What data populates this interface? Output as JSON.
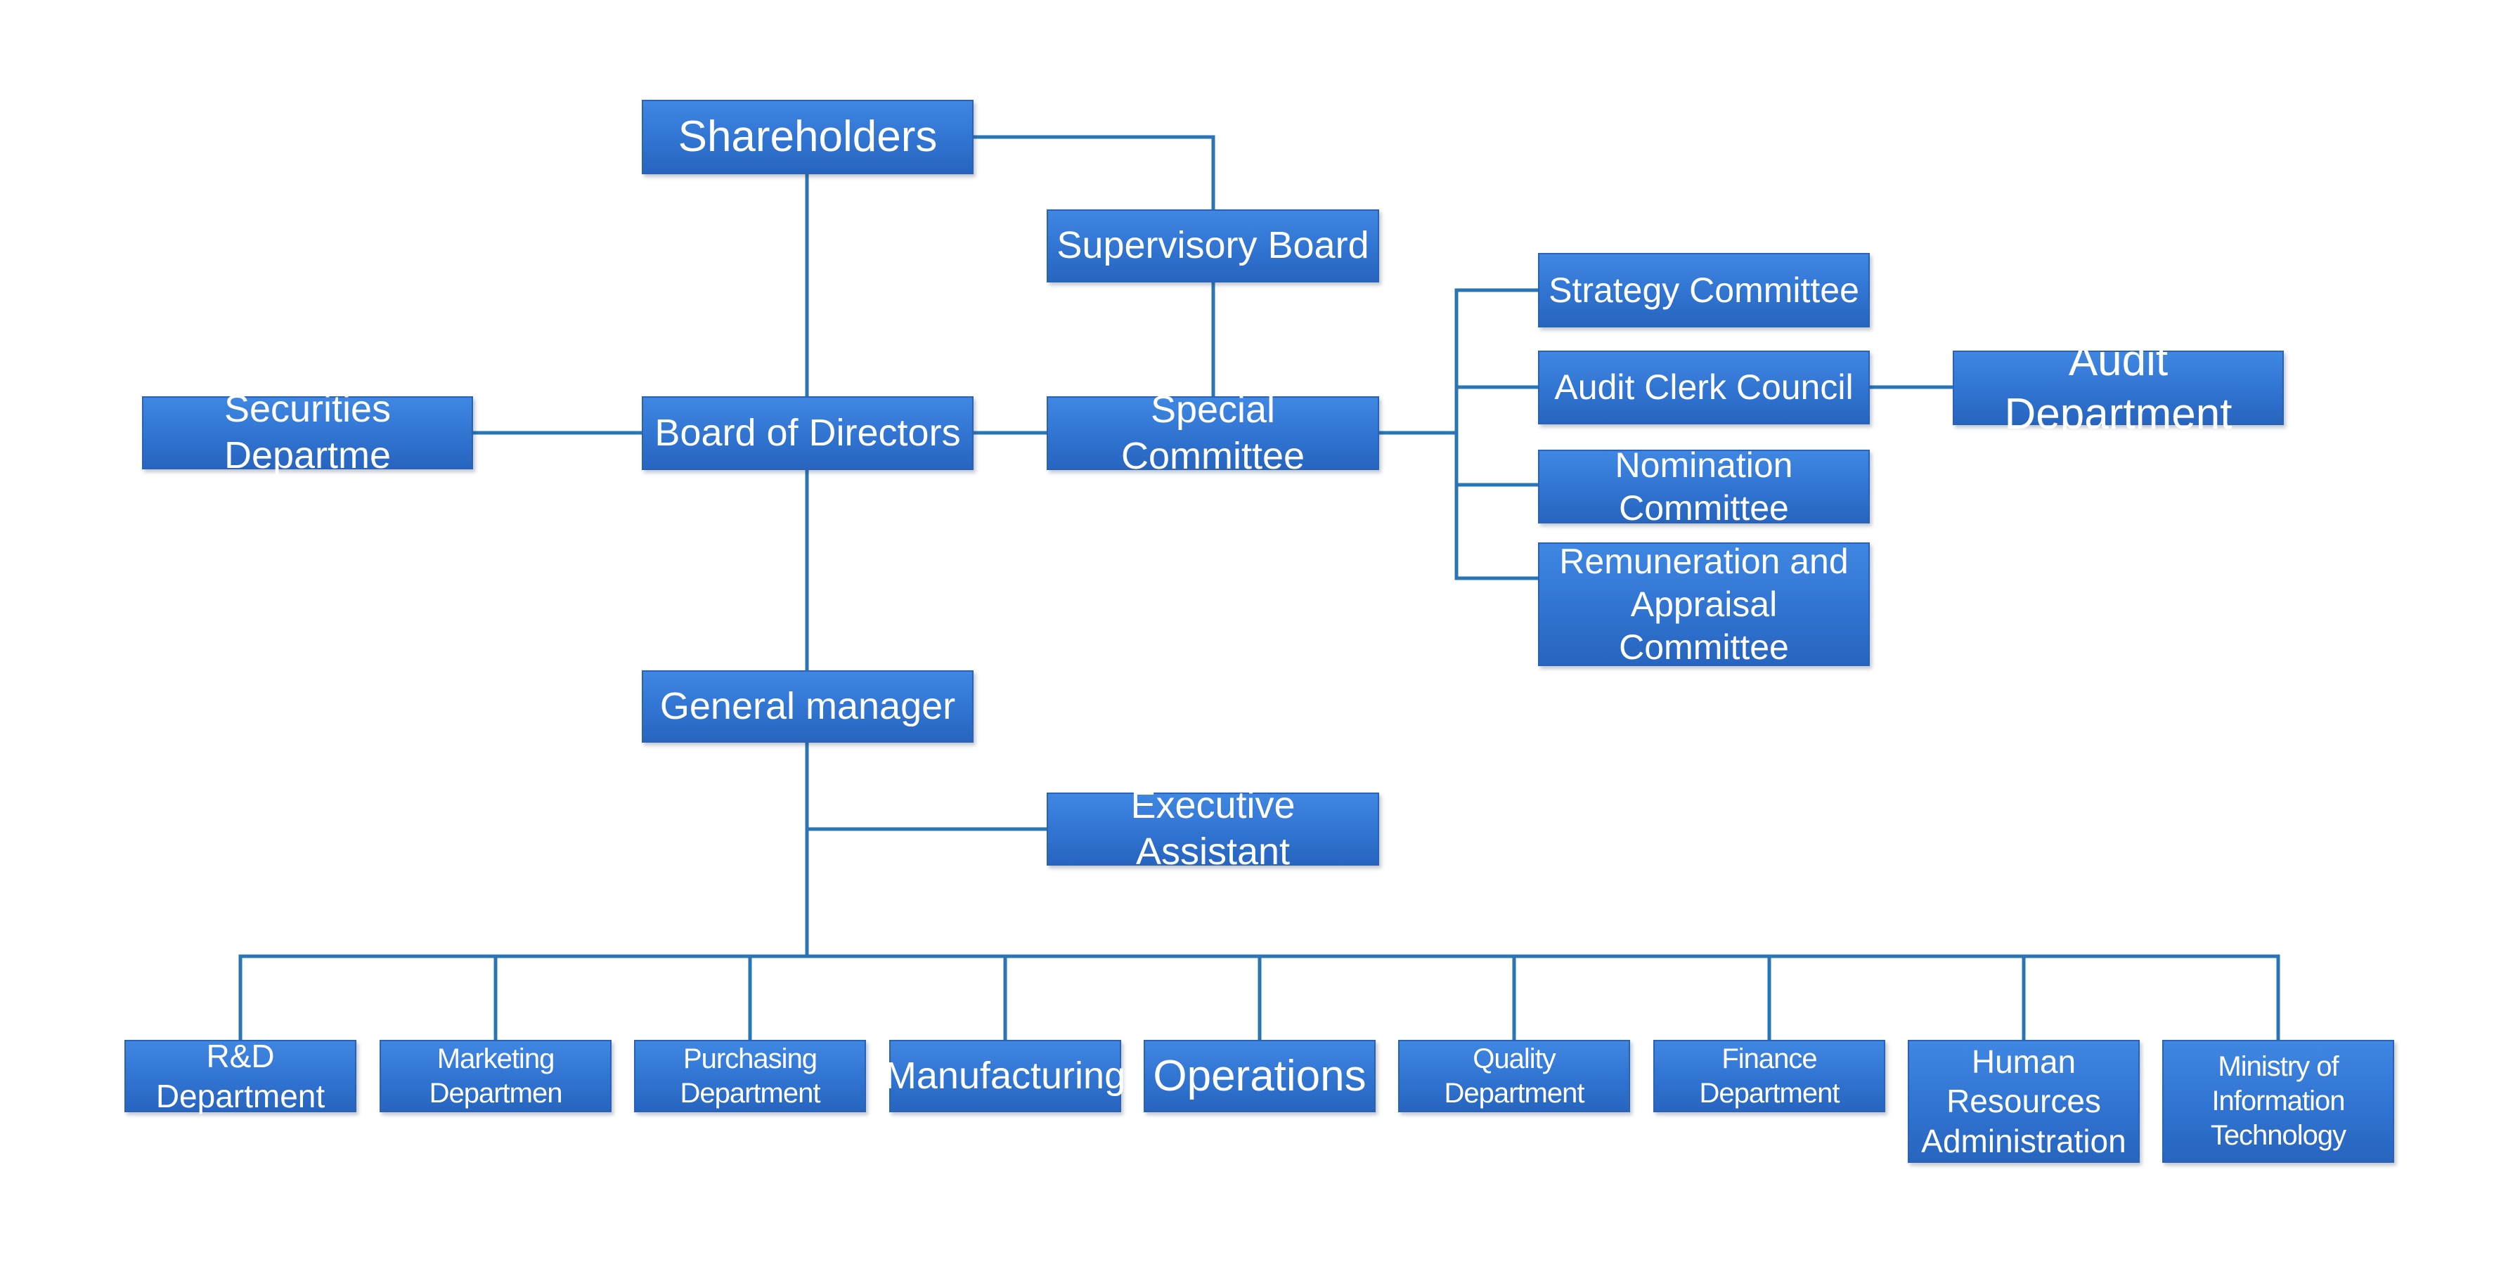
{
  "org_chart": {
    "shareholders": "Shareholders",
    "supervisory_board": "Supervisory Board",
    "board_of_directors": "Board of Directors",
    "securities_department": "Securities Departme",
    "special_committee": "Special Committee",
    "committees": {
      "strategy": "Strategy Committee",
      "audit_clerk_council": "Audit Clerk Council",
      "nomination": "Nomination Committee",
      "remuneration_line1": "Remuneration and",
      "remuneration_line2": "Appraisal Committee"
    },
    "audit_department": "Audit Department",
    "general_manager": "General manager",
    "executive_assistant": "Executive Assistant",
    "departments": {
      "rd": "R&D Department",
      "marketing": "Marketing Departmen",
      "purchasing": "Purchasing Department",
      "manufacturing": "Manufacturing",
      "operations": "Operations",
      "quality": "Quality Department",
      "finance": "Finance Department",
      "hr_line1": "Human Resources",
      "hr_line2": "Administration",
      "it_line1": "Ministry of Information",
      "it_line2": "Technology"
    }
  },
  "colors": {
    "box_fill": "#3079d6",
    "box_border": "#2a63b5",
    "connector": "#2a75b6",
    "text": "#ffffff",
    "background": "#ffffff"
  }
}
